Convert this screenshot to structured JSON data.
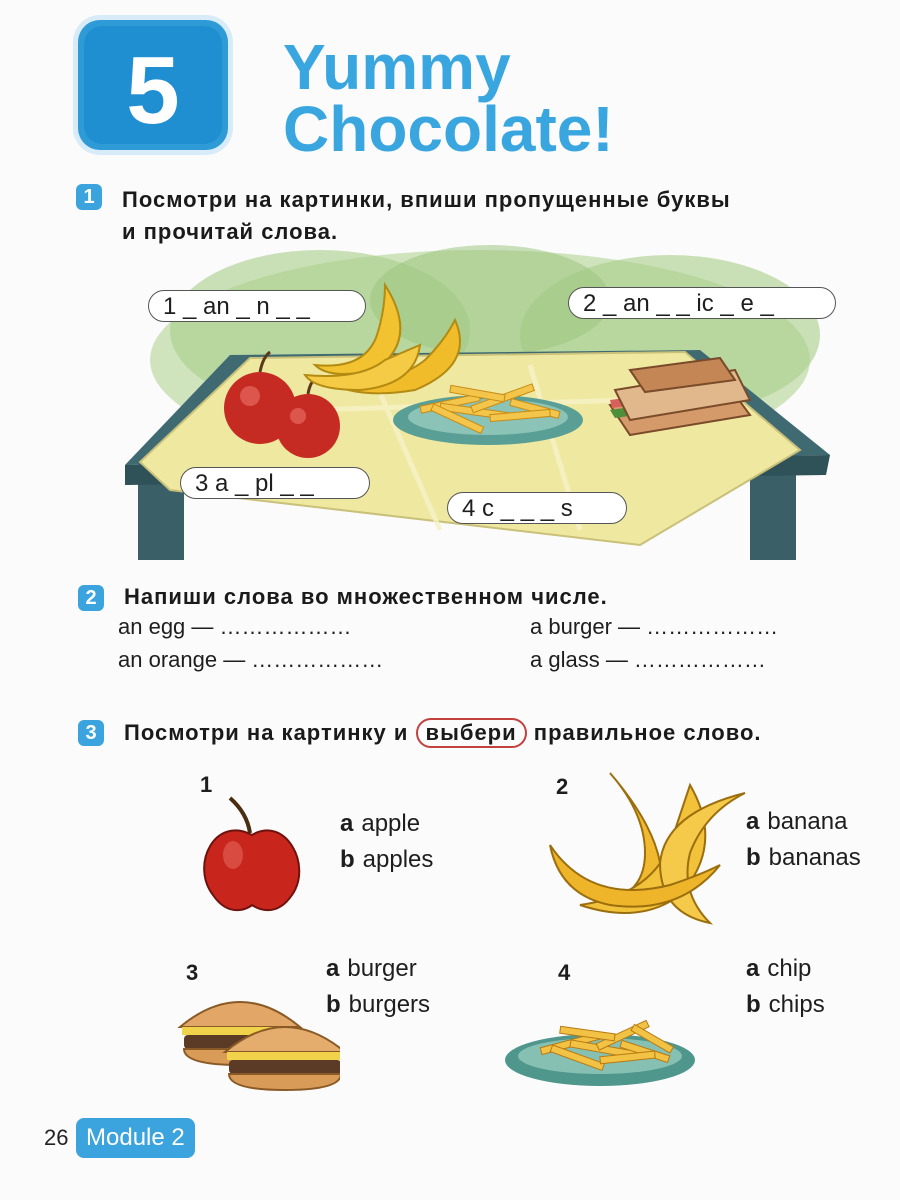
{
  "header": {
    "unit_number": "5",
    "title_line1": "Yummy",
    "title_line2": "Chocolate!"
  },
  "exercise1": {
    "number": "1",
    "instruction_line1": "Посмотри на картинки, впиши пропущенные буквы",
    "instruction_line2": "и прочитай слова.",
    "pills": [
      {
        "text": "1 _ an _ n _ _"
      },
      {
        "text": "2 _ an _ _ ic _ e _"
      },
      {
        "text": "3 a _ pl _ _"
      },
      {
        "text": "4 c _ _ _ s"
      }
    ]
  },
  "exercise2": {
    "number": "2",
    "instruction": "Напиши слова во множественном числе.",
    "rows": [
      {
        "text": "an  egg  —  ………………"
      },
      {
        "text": "a  burger  —  ………………"
      },
      {
        "text": "an  orange  —  ………………"
      },
      {
        "text": "a  glass  —  ………………"
      }
    ]
  },
  "exercise3": {
    "number": "3",
    "instruction_before": "Посмотри на картинку и",
    "instruction_circled": "выбери",
    "instruction_after": "правильное слово.",
    "items": [
      {
        "num": "1",
        "options": [
          {
            "letter": "a",
            "word": "apple"
          },
          {
            "letter": "b",
            "word": "apples"
          }
        ]
      },
      {
        "num": "2",
        "options": [
          {
            "letter": "a",
            "word": "banana"
          },
          {
            "letter": "b",
            "word": "bananas"
          }
        ]
      },
      {
        "num": "3",
        "options": [
          {
            "letter": "a",
            "word": "burger"
          },
          {
            "letter": "b",
            "word": "burgers"
          }
        ]
      },
      {
        "num": "4",
        "options": [
          {
            "letter": "a",
            "word": "chip"
          },
          {
            "letter": "b",
            "word": "chips"
          }
        ]
      }
    ]
  },
  "footer": {
    "page_number": "26",
    "module_label": "Module 2"
  },
  "colors": {
    "accent_blue": "#3ba3dd",
    "circle_red": "#c2403d"
  }
}
